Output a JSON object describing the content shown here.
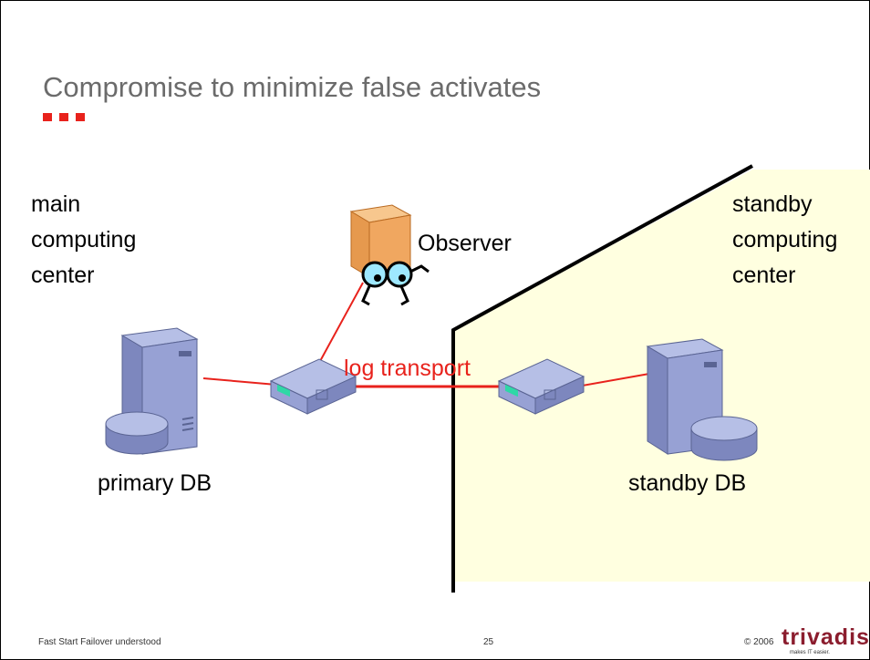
{
  "slide": {
    "title": "Compromise to minimize false activates",
    "accent_color": "#e8221c",
    "background_zone_color": "#ffffe0"
  },
  "labels": {
    "main_center": "main\ncomputing\ncenter",
    "standby_center": "standby\ncomputing\ncenter",
    "observer": "Observer",
    "log_transport": "log transport",
    "primary_db": "primary DB",
    "standby_db": "standby DB"
  },
  "icons": {
    "primary_server": "server-with-disk-icon",
    "standby_server": "server-with-disk-icon",
    "observer": "observer-computer-with-eyes-icon",
    "switch_left": "network-switch-icon",
    "switch_right": "network-switch-icon"
  },
  "footer": {
    "title": "Fast Start Failover understood",
    "page": "25",
    "copyright": "© 2006",
    "brand": "trivadis",
    "tagline": "makes IT easier."
  }
}
